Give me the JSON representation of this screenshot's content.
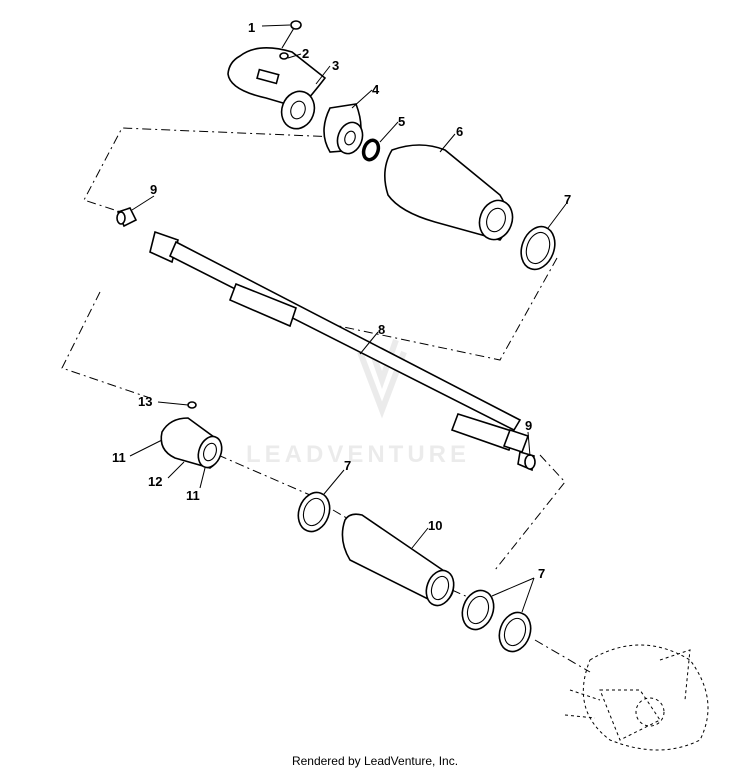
{
  "diagram": {
    "watermark": "LEADVENTURE",
    "footer": "Rendered by LeadVenture, Inc.",
    "callouts": [
      {
        "id": "c1",
        "text": "1"
      },
      {
        "id": "c2",
        "text": "2"
      },
      {
        "id": "c3",
        "text": "3"
      },
      {
        "id": "c4",
        "text": "4"
      },
      {
        "id": "c5",
        "text": "5"
      },
      {
        "id": "c6",
        "text": "6"
      },
      {
        "id": "c7a",
        "text": "7"
      },
      {
        "id": "c9a",
        "text": "9"
      },
      {
        "id": "c8",
        "text": "8"
      },
      {
        "id": "c13",
        "text": "13"
      },
      {
        "id": "c9b",
        "text": "9"
      },
      {
        "id": "c11a",
        "text": "11"
      },
      {
        "id": "c12",
        "text": "12"
      },
      {
        "id": "c11b",
        "text": "11"
      },
      {
        "id": "c7b",
        "text": "7"
      },
      {
        "id": "c10",
        "text": "10"
      },
      {
        "id": "c7c",
        "text": "7"
      }
    ]
  }
}
